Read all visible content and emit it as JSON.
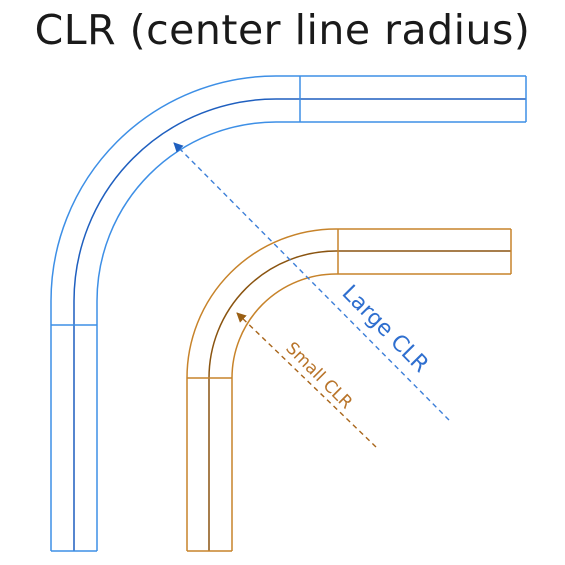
{
  "title": "CLR (center line radius)",
  "labels": {
    "large": "Large CLR",
    "small": "Small CLR"
  },
  "colors": {
    "large_outline": "#3d8fe6",
    "large_center": "#1f5fbf",
    "small_outline": "#c7832a",
    "small_center": "#8a5410",
    "title": "#1a1a1a"
  }
}
